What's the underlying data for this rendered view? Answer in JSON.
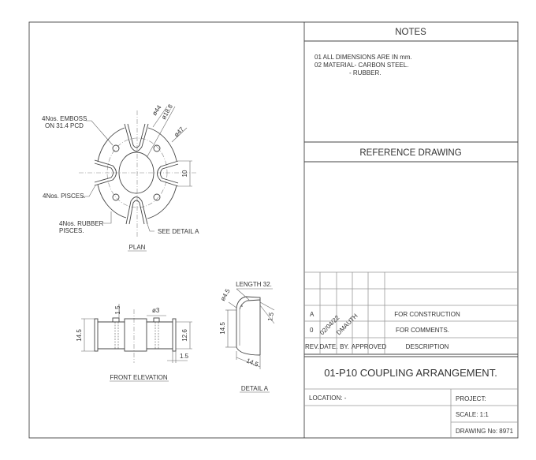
{
  "notes": {
    "title": "NOTES",
    "lines": [
      "01 ALL DIMENSIONS ARE IN mm.",
      "02 MATERIAL- CARBON STEEL.",
      "- RUBBER."
    ]
  },
  "reference": {
    "title": "REFERENCE DRAWING"
  },
  "revisions": {
    "headers": [
      "REV.",
      "DATE.",
      "BY.",
      "APPROVED",
      "DESCRIPTION"
    ],
    "rows": [
      {
        "rev": "A",
        "date": "",
        "by": "",
        "approved": "",
        "description": "FOR CONSTRUCTION"
      },
      {
        "rev": "0",
        "date": "02/04/22",
        "by": "DMAUTH",
        "approved": "",
        "description": "FOR COMMENTS."
      }
    ]
  },
  "title_block": {
    "title": "01-P10 COUPLING ARRANGEMENT.",
    "location": "LOCATION:  -",
    "project": "PROJECT:",
    "scale": "SCALE:  1:1",
    "drawing_no": "DRAWING No:  8971"
  },
  "plan": {
    "label": "PLAN",
    "callouts": {
      "emboss1": "4Nos. EMBOSS",
      "emboss2": "ON 31.4 PCD",
      "pisces": "4Nos. PISCES.",
      "rubber1": "4Nos. RUBBER",
      "rubber2": "PISCES.",
      "detail": "SEE DETAIL A"
    },
    "dims": {
      "d44": "ø44",
      "d188": "ø18.8",
      "d47": "ø47",
      "w10": "10"
    }
  },
  "front": {
    "label": "FRONT ELEVATION",
    "dims": {
      "h145": "14.5",
      "t15": "1.5",
      "d3": "ø3",
      "h126": "12.6",
      "b15": "1.5"
    }
  },
  "detail": {
    "label": "DETAIL A",
    "dims": {
      "length": "LENGTH 32.",
      "r45": "ø4.5",
      "h145": "14.5",
      "w145": "14.5",
      "t15": "1.5"
    }
  }
}
